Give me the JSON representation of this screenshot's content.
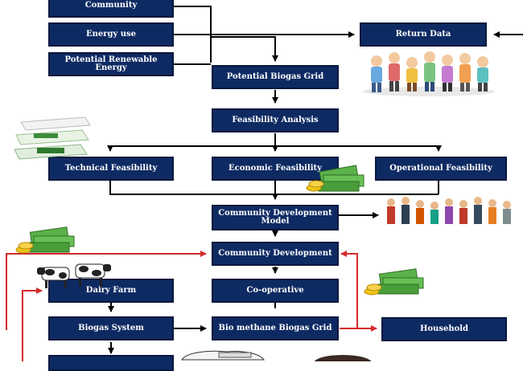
{
  "nodes": {
    "community": "Community",
    "energy_use": "Energy use",
    "potential_renewable_energy": "Potential Renewable Energy",
    "return_data": "Return Data",
    "potential_biogas_grid": "Potential Biogas Grid",
    "feasibility_analysis": "Feasibility Analysis",
    "technical_feasibility": "Technical Feasibility",
    "economic_feasibility": "Economic Feasibility",
    "operational_feasibility": "Operational Feasibility",
    "community_development_model": "Community Development Model",
    "community_development": "Community Development",
    "dairy_farm": "Dairy Farm",
    "co_operative": "Co-operative",
    "biogas_system": "Biogas System",
    "bio_methane_biogas_grid": "Bio methane Biogas Grid",
    "household": "Household"
  },
  "colors": {
    "box_fill": "#0e2a63",
    "box_text": "#ffffff",
    "arrow_black": "#000000",
    "arrow_red": "#d42a2a"
  },
  "illustrations": [
    "people-group-icon",
    "money-stack-icon",
    "documents-icon",
    "cow-icon",
    "crowd-icon",
    "vehicle-icon"
  ]
}
